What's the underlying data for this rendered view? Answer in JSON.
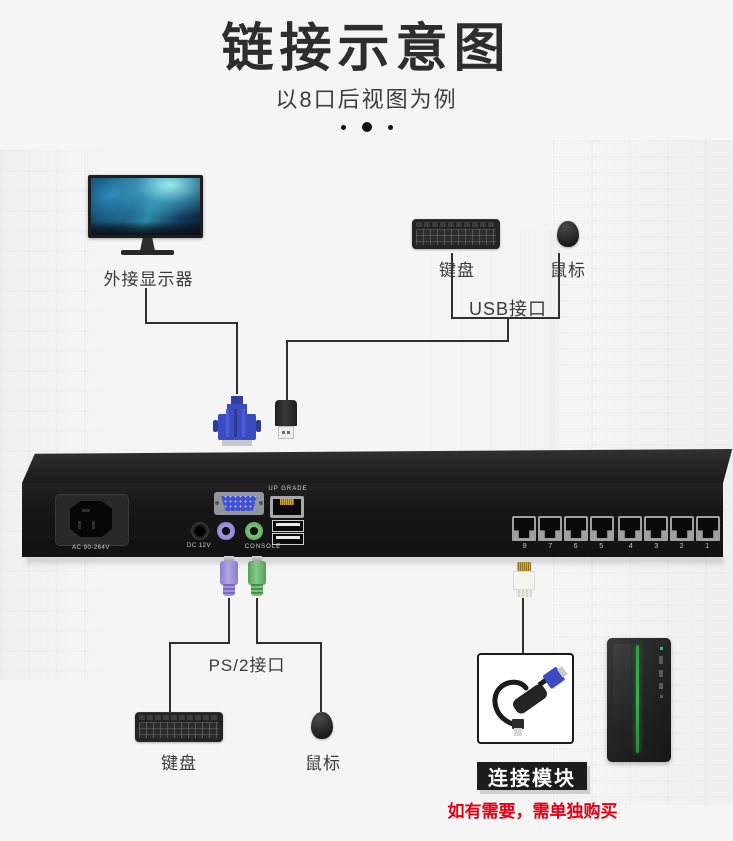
{
  "header": {
    "title": "链接示意图",
    "subtitle": "以8口后视图为例"
  },
  "diagram": {
    "monitor_label": "外接显示器",
    "keyboard_top_label": "键盘",
    "mouse_top_label": "鼠标",
    "usb_label": "USB接口",
    "ps2_label": "PS/2接口",
    "keyboard_bottom_label": "键盘",
    "mouse_bottom_label": "鼠标",
    "module_label": "连接模块",
    "module_note": "如有需要，需单独购买"
  },
  "device": {
    "ac_label": "AC 90-264V",
    "dc_label": "DC 12V",
    "upgrade_label": "UP GRADE",
    "console_label": "CONSOLE",
    "port_numbers": [
      "8",
      "7",
      "6",
      "5",
      "4",
      "3",
      "2",
      "1"
    ]
  },
  "colors": {
    "accent_red": "#e60012",
    "vga_blue": "#4153cf",
    "ps2_purple": "#a393dc",
    "ps2_green": "#6fbe70",
    "wire": "#2f2f2f"
  }
}
